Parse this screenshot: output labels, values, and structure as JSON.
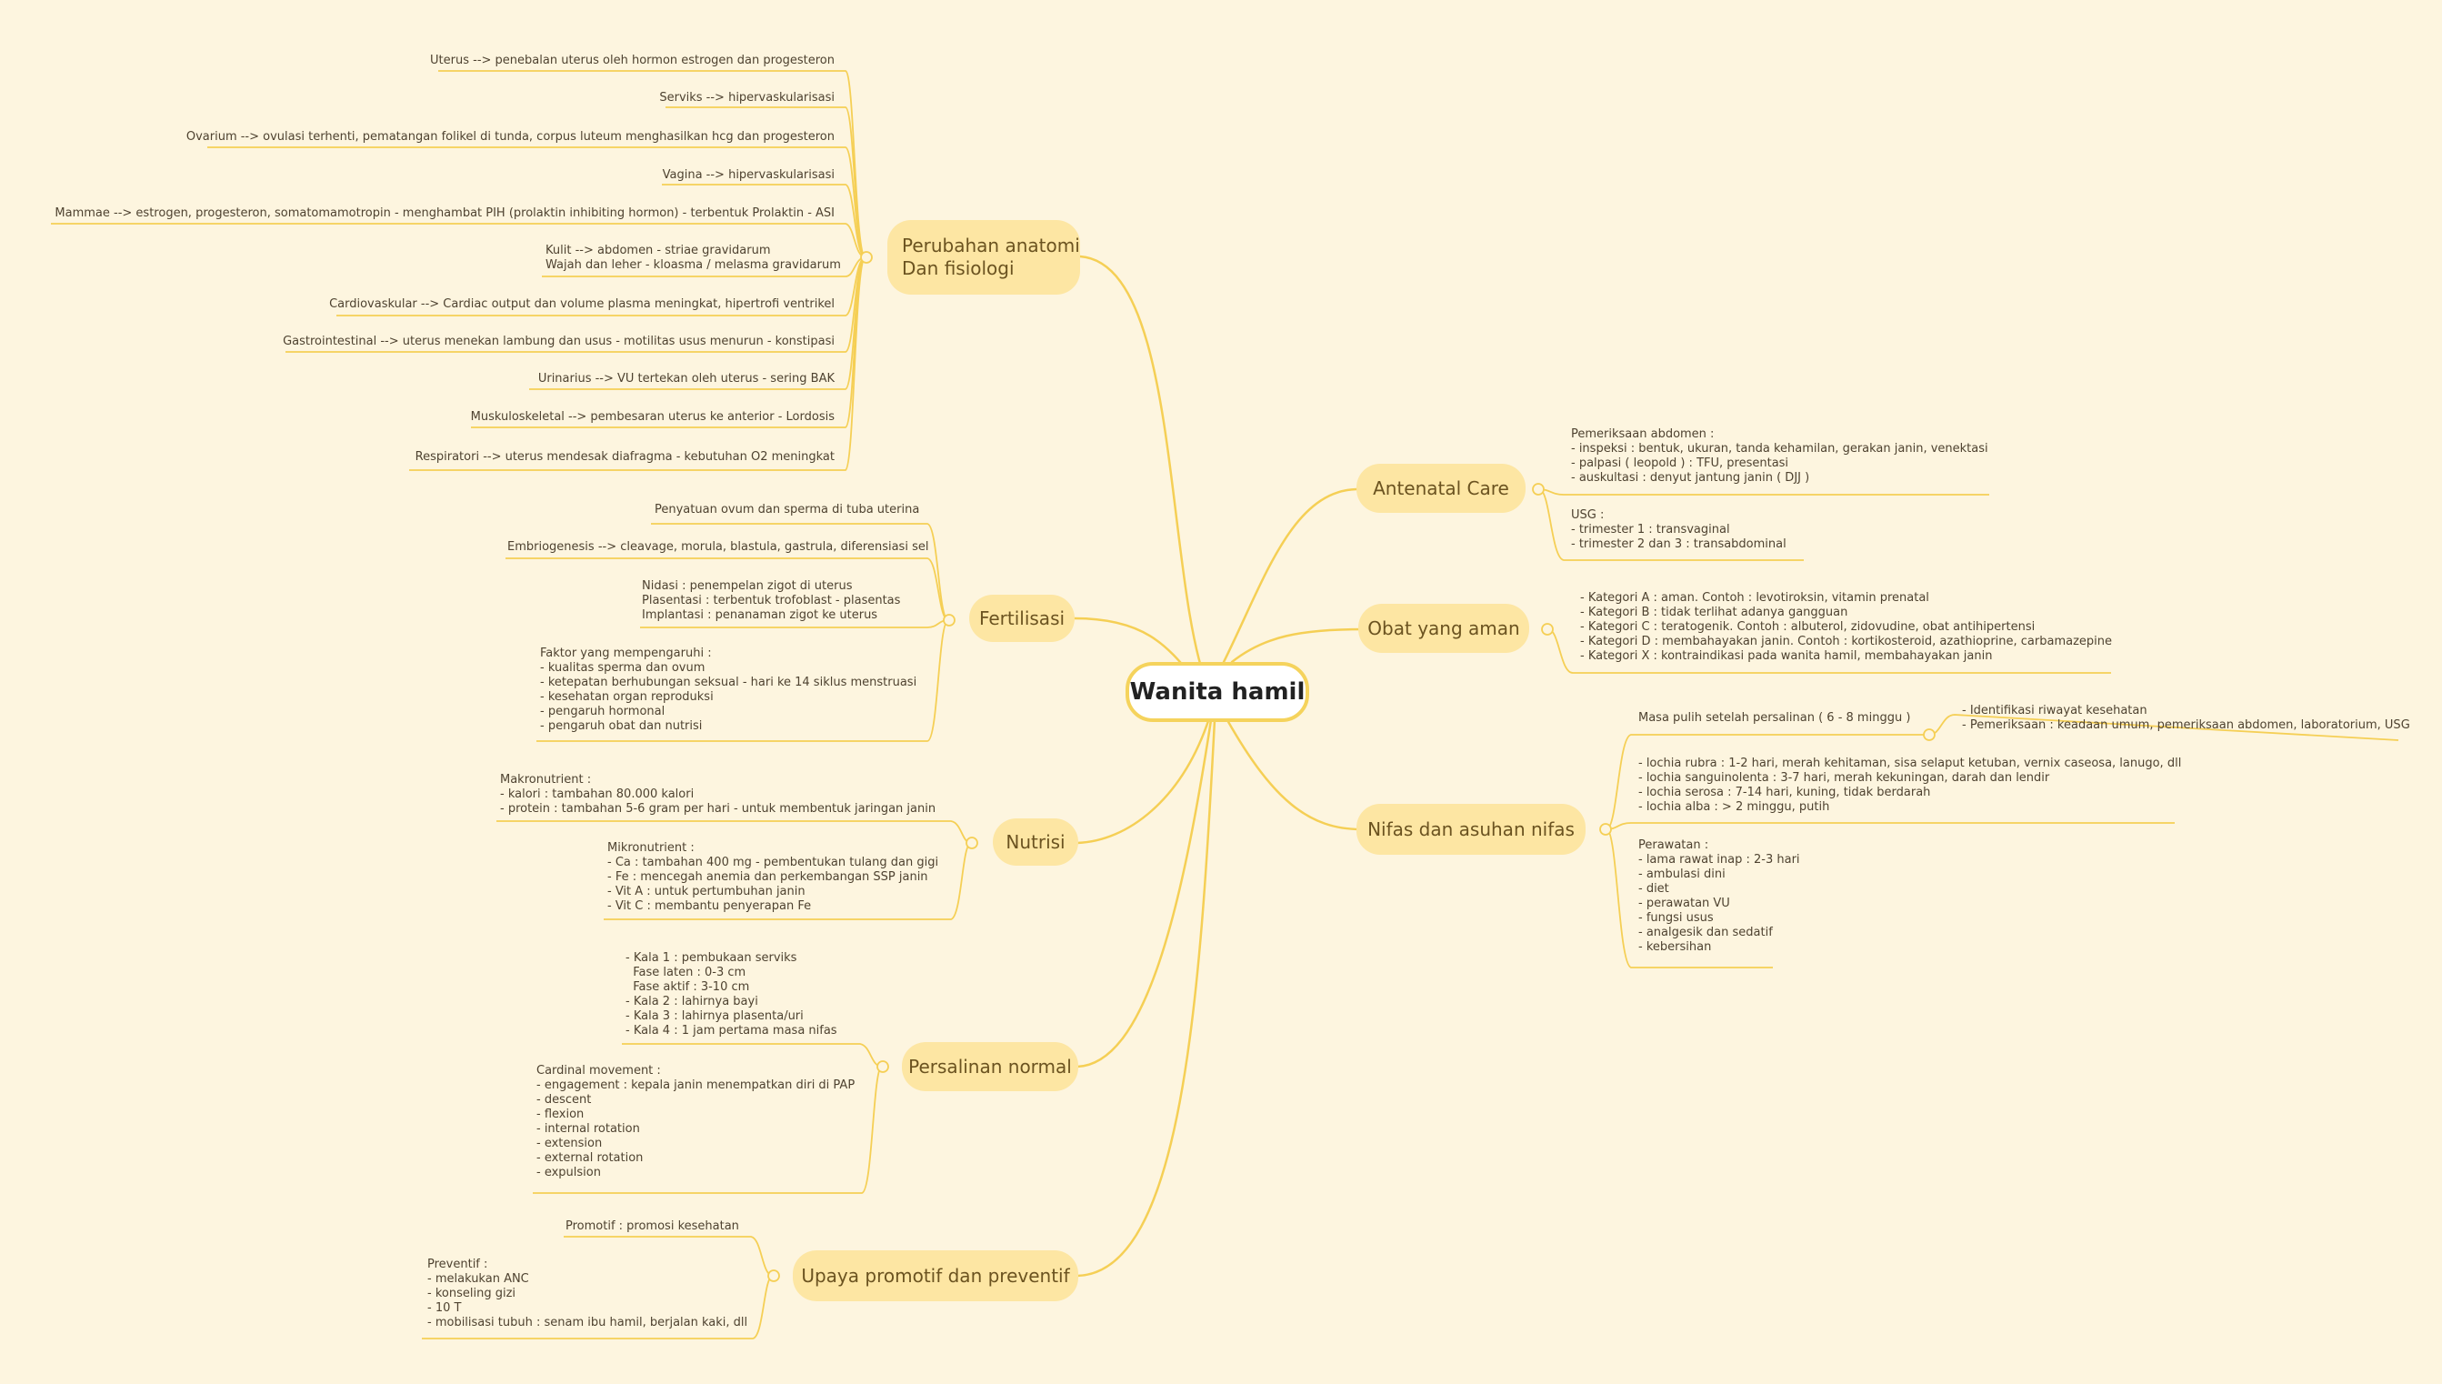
{
  "root": "Wanita hamil",
  "branches": {
    "perubahan": "Perubahan anatomi\nDan fisiologi",
    "fertilisasi": "Fertilisasi",
    "nutrisi": "Nutrisi",
    "persalinan": "Persalinan normal",
    "upaya": "Upaya promotif dan preventif",
    "antenatal": "Antenatal Care",
    "obat": "Obat yang aman",
    "nifas": "Nifas dan asuhan nifas"
  },
  "leaves": {
    "p1": "Uterus --> penebalan uterus oleh hormon estrogen dan progesteron",
    "p2": "Serviks --> hipervaskularisasi",
    "p3": "Ovarium --> ovulasi terhenti, pematangan folikel di tunda, corpus luteum menghasilkan hcg dan progesteron",
    "p4": "Vagina --> hipervaskularisasi",
    "p5": "Mammae --> estrogen, progesteron, somatomamotropin - menghambat PIH (prolaktin inhibiting hormon) - terbentuk Prolaktin - ASI",
    "p6": "Kulit --> abdomen - striae gravidarum\nWajah dan leher - kloasma / melasma gravidarum",
    "p7": "Cardiovaskular --> Cardiac output dan volume plasma meningkat, hipertrofi ventrikel",
    "p8": "Gastrointestinal --> uterus menekan lambung dan usus - motilitas usus menurun - konstipasi",
    "p9": "Urinarius --> VU tertekan oleh uterus - sering BAK",
    "p10": "Muskuloskeletal --> pembesaran uterus ke anterior - Lordosis",
    "p11": "Respiratori --> uterus mendesak diafragma - kebutuhan O2 meningkat",
    "f1": "Penyatuan ovum dan sperma di tuba uterina",
    "f2": "Embriogenesis --> cleavage, morula, blastula, gastrula, diferensiasi sel",
    "f3": "Nidasi : penempelan zigot di uterus\nPlasentasi : terbentuk trofoblast - plasentas\nImplantasi : penanaman zigot ke uterus",
    "f4": "Faktor yang mempengaruhi :\n- kualitas sperma dan ovum\n- ketepatan berhubungan seksual - hari ke 14 siklus menstruasi\n- kesehatan organ reproduksi\n- pengaruh hormonal\n- pengaruh obat dan nutrisi",
    "n1": "Makronutrient :\n- kalori : tambahan 80.000 kalori\n- protein : tambahan 5-6 gram per hari - untuk membentuk jaringan janin",
    "n2": "Mikronutrient :\n- Ca : tambahan 400 mg - pembentukan tulang dan gigi\n- Fe : mencegah anemia dan perkembangan SSP janin\n- Vit A : untuk pertumbuhan janin\n- Vit C : membantu penyerapan Fe",
    "s1": "- Kala 1 : pembukaan serviks\n  Fase laten : 0-3 cm\n  Fase aktif : 3-10 cm\n- Kala 2 : lahirnya bayi\n- Kala 3 : lahirnya plasenta/uri\n- Kala 4 : 1 jam pertama masa nifas",
    "s2": "Cardinal movement :\n- engagement : kepala janin menempatkan diri di PAP\n- descent\n- flexion\n- internal rotation\n- extension\n- external rotation\n- expulsion",
    "u1": "Promotif : promosi kesehatan",
    "u2": "Preventif :\n- melakukan ANC\n- konseling gizi\n- 10 T\n- mobilisasi tubuh : senam ibu hamil, berjalan kaki, dll",
    "a1": "Pemeriksaan abdomen :\n- inspeksi : bentuk, ukuran, tanda kehamilan, gerakan janin, venektasi\n- palpasi ( leopold ) : TFU, presentasi\n- auskultasi : denyut jantung janin ( DJJ )",
    "a2": "USG :\n- trimester 1 : transvaginal\n- trimester 2 dan 3 : transabdominal",
    "o1": "- Kategori A : aman. Contoh : levotiroksin, vitamin prenatal\n- Kategori B : tidak terlihat adanya gangguan\n- Kategori C : teratogenik. Contoh : albuterol, zidovudine, obat antihipertensi\n- Kategori D : membahayakan janin. Contoh : kortikosteroid, azathioprine, carbamazepine\n- Kategori X : kontraindikasi pada wanita hamil, membahayakan janin",
    "nf1": "Masa pulih setelah persalinan ( 6 - 8 minggu )",
    "nf1a": "- Identifikasi riwayat kesehatan\n- Pemeriksaan : keadaan umum, pemeriksaan abdomen, laboratorium, USG",
    "nf2": "- lochia rubra : 1-2 hari, merah kehitaman, sisa selaput ketuban, vernix caseosa, lanugo, dll\n- lochia sanguinolenta : 3-7 hari, merah kekuningan, darah dan lendir\n- lochia serosa : 7-14 hari, kuning, tidak berdarah\n- lochia alba : > 2 minggu, putih",
    "nf3": "Perawatan :\n- lama rawat inap : 2-3 hari\n- ambulasi dini\n- diet\n- perawatan VU\n- fungsi usus\n- analgesik dan sedatif\n- kebersihan"
  },
  "colors": {
    "background": "#fdf5df",
    "branch": "#fde6a3",
    "line": "#f5cf55",
    "root_border": "#f5d35c"
  }
}
